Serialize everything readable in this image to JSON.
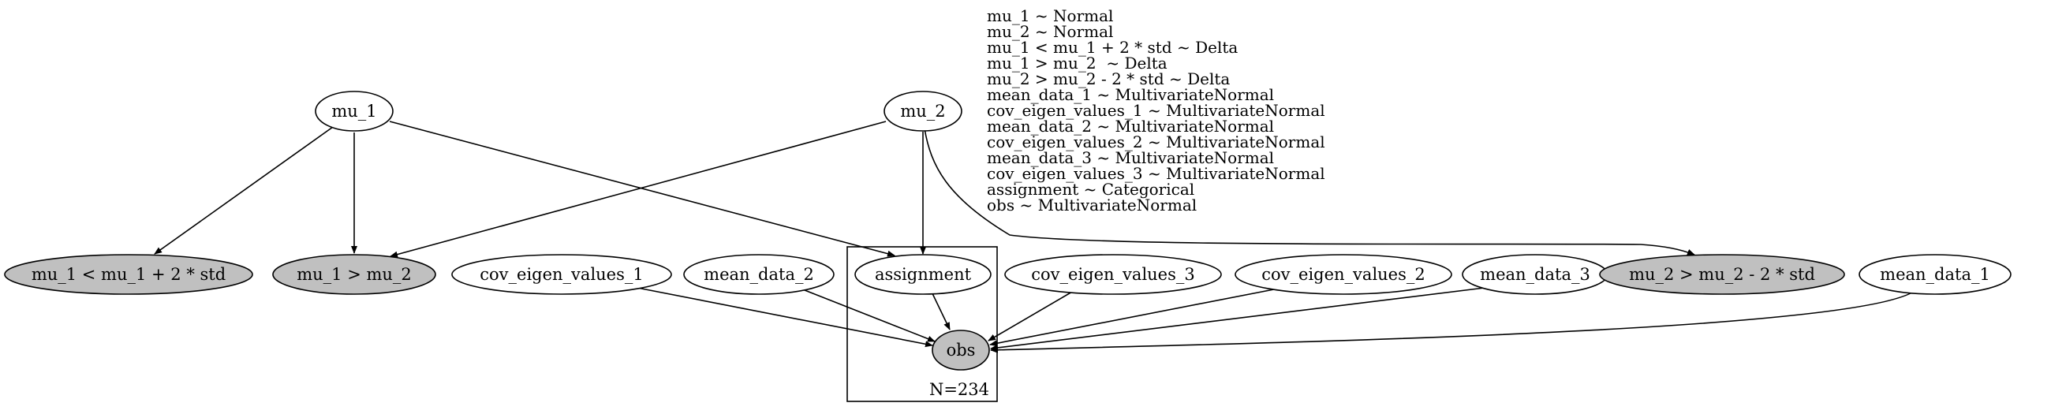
{
  "colors": {
    "observed_fill": "#c0c0c0",
    "latent_fill": "#ffffff",
    "stroke": "#000000"
  },
  "nodes": {
    "mu_1": "mu_1",
    "mu_2": "mu_2",
    "con_a": "mu_1 < mu_1 + 2 * std",
    "con_b": "mu_1 > mu_2",
    "cov1": "cov_eigen_values_1",
    "mean2": "mean_data_2",
    "assignment": "assignment",
    "cov3": "cov_eigen_values_3",
    "cov2": "cov_eigen_values_2",
    "mean3": "mean_data_3",
    "con_c": "mu_2 > mu_2 - 2 * std",
    "mean1": "mean_data_1",
    "obs": "obs"
  },
  "plate": {
    "label": "N=234"
  },
  "legend": [
    "mu_1 ~ Normal",
    "mu_2 ~ Normal",
    "mu_1 < mu_1 + 2 * std ~ Delta",
    "mu_1 > mu_2  ~ Delta",
    "mu_2 > mu_2 - 2 * std ~ Delta",
    "mean_data_1 ~ MultivariateNormal",
    "cov_eigen_values_1 ~ MultivariateNormal",
    "mean_data_2 ~ MultivariateNormal",
    "cov_eigen_values_2 ~ MultivariateNormal",
    "mean_data_3 ~ MultivariateNormal",
    "cov_eigen_values_3 ~ MultivariateNormal",
    "assignment ~ Categorical",
    "obs ~ MultivariateNormal"
  ]
}
